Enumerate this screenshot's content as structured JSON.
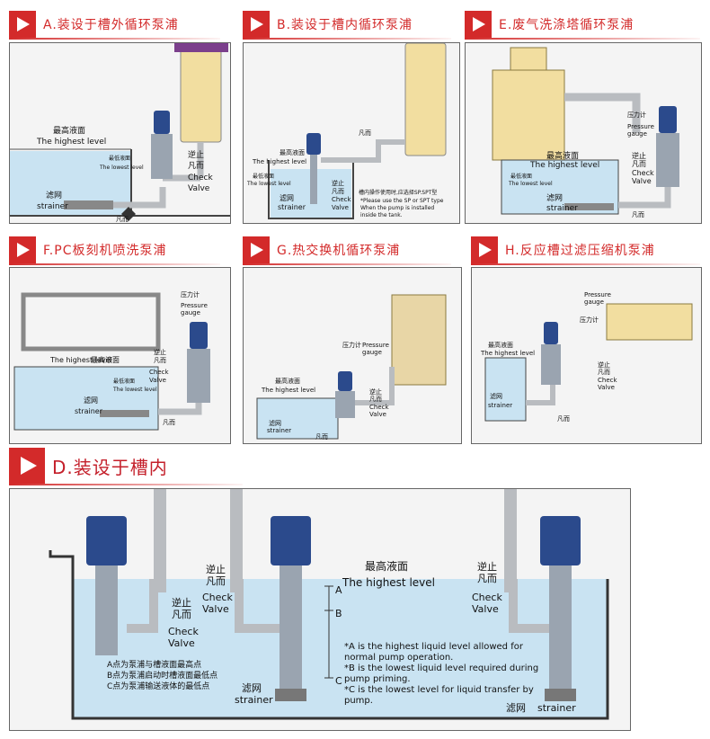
{
  "headers": {
    "a": "A.装设于槽外循环泵浦",
    "b": "B.装设于槽内循环泵浦",
    "e": "E.废气洗涤塔循环泵浦",
    "f": "F.PC板刻机喷洗泵浦",
    "g": "G.热交换机循环泵浦",
    "h": "H.反应槽过滤压缩机泵浦",
    "d": "D.装设于槽内"
  },
  "labels": {
    "highest_cn": "最高液面",
    "highest_en": "The highest level",
    "lowest_cn": "最低液面",
    "lowest_en": "The lowest level",
    "strainer_cn": "滤网",
    "strainer_en": "strainer",
    "check_cn": "逆止",
    "check_cn2": "凡而",
    "check_en1": "Check",
    "check_en2": "Valve",
    "valve_cn": "凡而",
    "pressure_cn": "压力计",
    "pressure_en1": "Pressure",
    "pressure_en2": "gauge",
    "b_note1": "槽内操作使用时,应选择SP.SPT型",
    "b_note2": "*Please use the SP or SPT type",
    "b_note3": "When the pump is installed",
    "b_note4": "inside the tank.",
    "d_A": "A",
    "d_B": "B",
    "d_C": "C",
    "d_cn1": "A点为泵浦与槽液面最高点",
    "d_cn2": "B点为泵浦启动时槽液面最低点",
    "d_cn3": "C点为泵浦输送液体的最低点",
    "d_en1": "*A is the highest liquid level allowed for",
    "d_en2": "normal pump operation.",
    "d_en3": "*B is the lowest liquid level required during",
    "d_en4": "pump priming.",
    "d_en5": "*C is the lowest level for liquid transfer by",
    "d_en6": "pump."
  },
  "colors": {
    "accent": "#d32a2a",
    "water": "#c9e3f2",
    "pump": "#2b4a8c",
    "pipe": "#b9bcc0",
    "column": "#f2dea0"
  }
}
